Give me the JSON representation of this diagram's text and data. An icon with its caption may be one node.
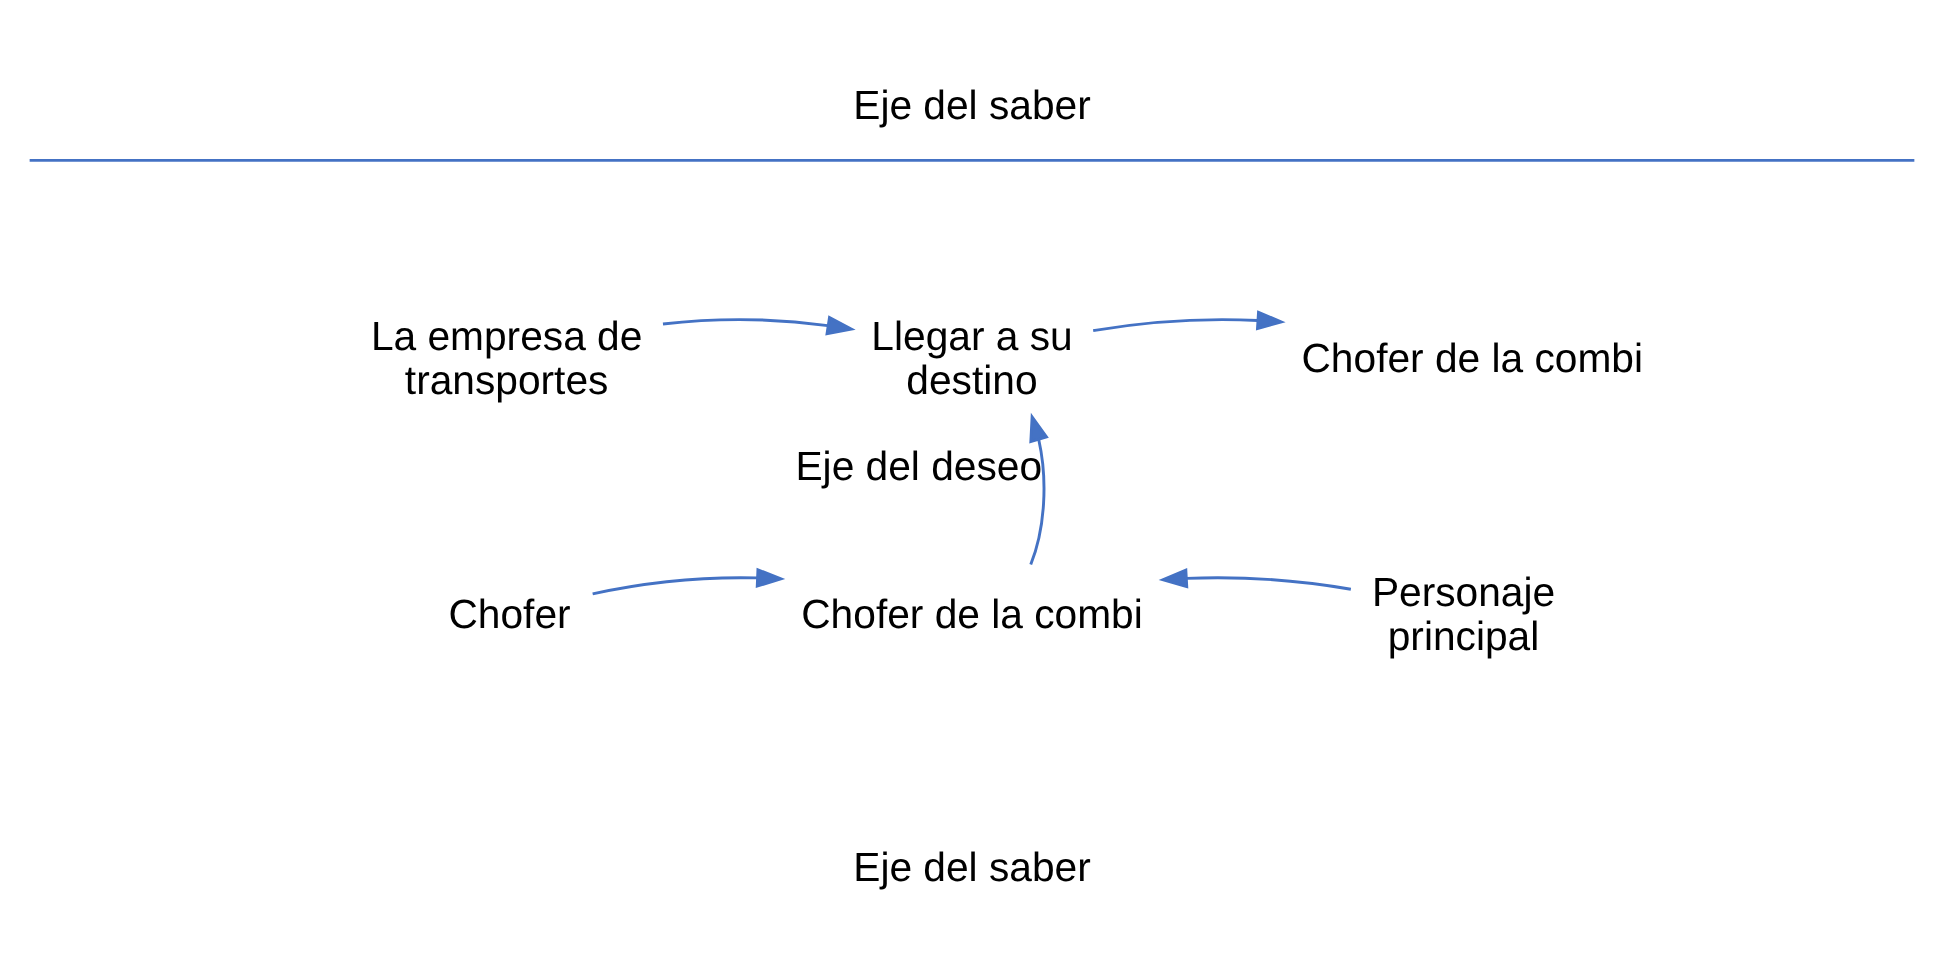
{
  "diagram": {
    "nodes": [
      {
        "text": [
          "La empresa de transportes"
        ]
      },
      {
        "text": [
          "Llegar a su destino"
        ]
      },
      {
        "text": [
          "Chofer de la combi"
        ]
      },
      {
        "text": [
          "Chofer"
        ]
      },
      {
        "text": [
          "Chofer de la combi"
        ]
      },
      {
        "text": [
          "Personaje principal"
        ]
      }
    ],
    "edges": [
      {
        "from": 0,
        "to": 1,
        "arrow": "to"
      },
      {
        "from": 1,
        "to": 2,
        "arrow": "to"
      },
      {
        "from": 4,
        "to": 1,
        "arrow": "to",
        "label": "Eje del deseo"
      },
      {
        "from": 3,
        "to": 4,
        "arrow": "to"
      },
      {
        "from": 5,
        "to": 4,
        "arrow": "to"
      }
    ],
    "labels": [
      "Eje del saber",
      "Eje del saber"
    ]
  }
}
